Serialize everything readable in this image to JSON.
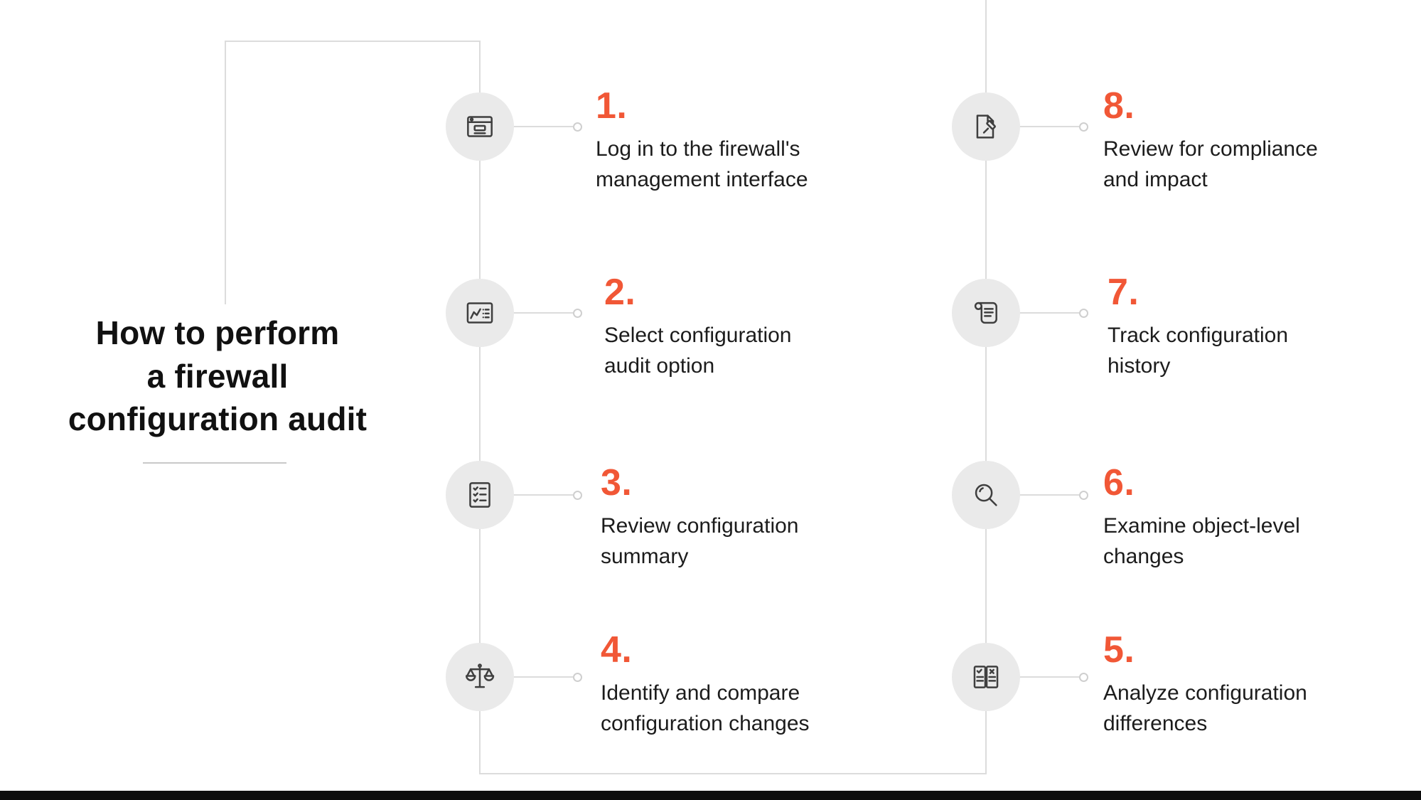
{
  "title": {
    "line1": "How to perform",
    "line2": "a firewall",
    "line3": "configuration audit"
  },
  "colors": {
    "accent": "#F15736",
    "icon_circle": "#EAEAEA",
    "connector_line": "#DCDCDC",
    "text": "#1C1C1C",
    "bottom_bar": "#0D0D0D"
  },
  "steps": [
    {
      "number": "1.",
      "line1": "Log in to the firewall's",
      "line2": "management interface",
      "icon": "browser-window-icon"
    },
    {
      "number": "2.",
      "line1": "Select configuration",
      "line2": "audit option",
      "icon": "document-chart-icon"
    },
    {
      "number": "3.",
      "line1": "Review configuration",
      "line2": "summary",
      "icon": "checklist-icon"
    },
    {
      "number": "4.",
      "line1": "Identify and compare",
      "line2": "configuration changes",
      "icon": "scales-icon"
    },
    {
      "number": "5.",
      "line1": "Analyze configuration",
      "line2": "differences",
      "icon": "compare-documents-icon"
    },
    {
      "number": "6.",
      "line1": "Examine object-level",
      "line2": "changes",
      "icon": "magnifying-glass-icon"
    },
    {
      "number": "7.",
      "line1": "Track configuration",
      "line2": "history",
      "icon": "scroll-icon"
    },
    {
      "number": "8.",
      "line1": "Review for compliance",
      "line2": "and impact",
      "icon": "document-gavel-icon"
    }
  ]
}
